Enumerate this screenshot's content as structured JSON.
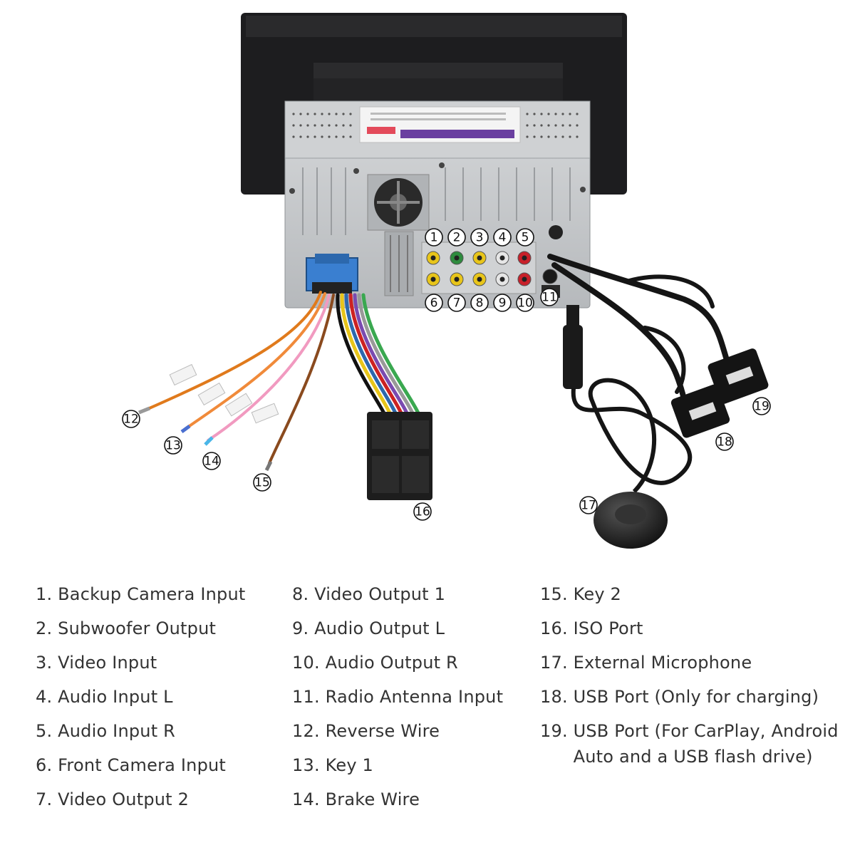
{
  "callouts": [
    "1",
    "2",
    "3",
    "4",
    "5",
    "6",
    "7",
    "8",
    "9",
    "10",
    "11",
    "12",
    "13",
    "14",
    "15",
    "16",
    "17",
    "18",
    "19"
  ],
  "legend": {
    "columns": [
      [
        {
          "num": "1.",
          "label": "Backup Camera Input"
        },
        {
          "num": "2.",
          "label": "Subwoofer Output"
        },
        {
          "num": "3.",
          "label": "Video Input"
        },
        {
          "num": "4.",
          "label": "Audio Input L"
        },
        {
          "num": "5.",
          "label": "Audio Input R"
        },
        {
          "num": "6.",
          "label": "Front Camera Input"
        },
        {
          "num": "7.",
          "label": "Video Output 2"
        }
      ],
      [
        {
          "num": "8.",
          "label": "Video Output 1"
        },
        {
          "num": "9.",
          "label": "Audio Output L"
        },
        {
          "num": "10.",
          "label": "Audio Output R"
        },
        {
          "num": "11.",
          "label": "Radio Antenna Input"
        },
        {
          "num": "12.",
          "label": "Reverse Wire"
        },
        {
          "num": "13.",
          "label": "Key 1"
        },
        {
          "num": "14.",
          "label": "Brake Wire"
        }
      ],
      [
        {
          "num": "15.",
          "label": "Key 2"
        },
        {
          "num": "16.",
          "label": "ISO Port"
        },
        {
          "num": "17.",
          "label": "External Microphone"
        },
        {
          "num": "18.",
          "label": "USB Port (Only for charging)"
        },
        {
          "num": "19.",
          "label": "USB Port (For CarPlay, Android Auto and a USB flash drive)"
        }
      ]
    ]
  },
  "colors": {
    "screen": "#1d1d1f",
    "chassis": "#c4c7ca",
    "rca_yellow": "#e8c51a",
    "rca_red": "#c8202a",
    "rca_white": "#e6e6e6",
    "rca_green": "#2e8b3e",
    "iso_blue": "#3a7fd0",
    "cable": "#151515"
  }
}
